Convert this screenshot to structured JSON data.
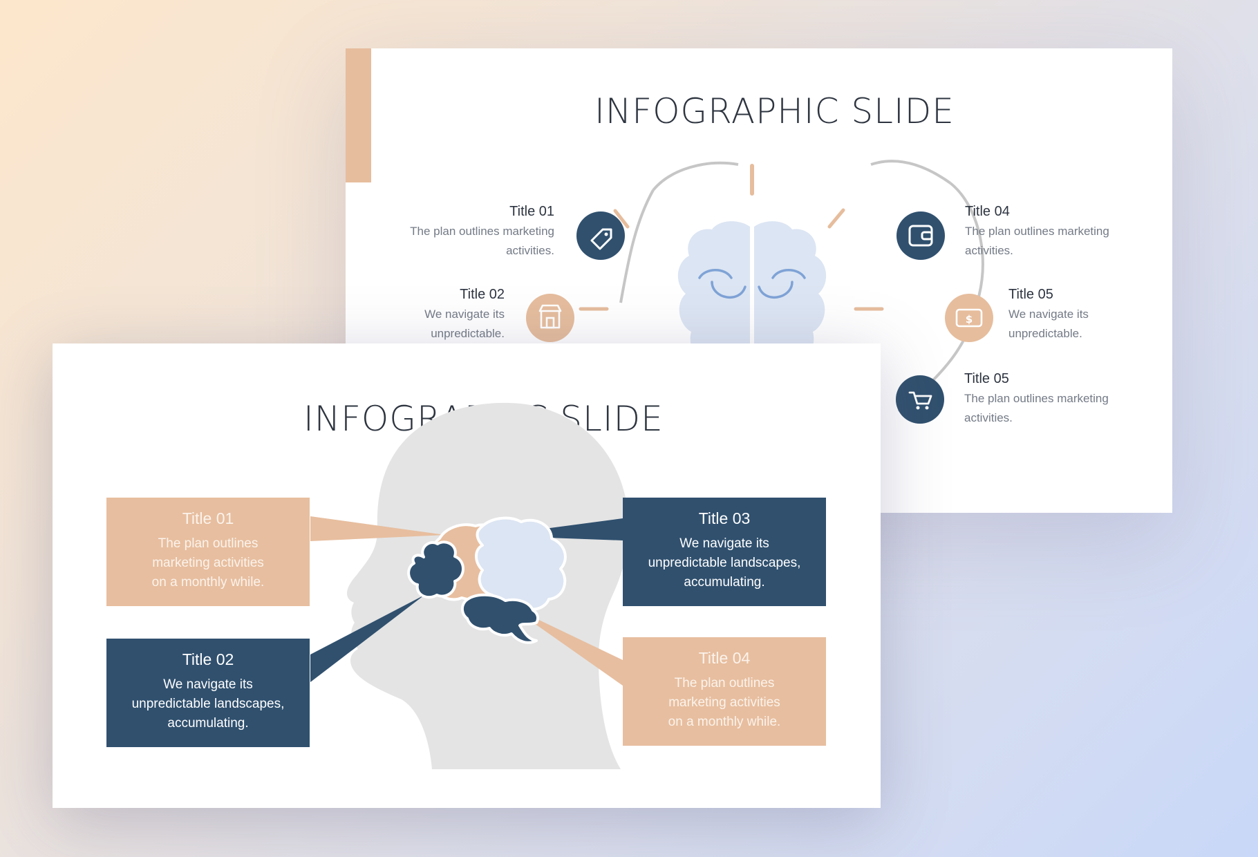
{
  "colors": {
    "navy": "#30506e",
    "peach": "#e7be9f",
    "light_blue": "#dce5f3",
    "head_gray": "#e4e4e4"
  },
  "back_slide": {
    "title": "INFOGRAPHIC SLIDE",
    "items": [
      {
        "title": "Title 01",
        "desc": [
          "The plan outlines marketing",
          "activities."
        ],
        "icon": "tag-icon"
      },
      {
        "title": "Title 02",
        "desc": [
          "We navigate its",
          "unpredictable."
        ],
        "icon": "store-icon"
      },
      {
        "title": "Title 04",
        "desc": [
          "The plan outlines marketing",
          "activities."
        ],
        "icon": "wallet-icon"
      },
      {
        "title": "Title 05",
        "desc": [
          "We navigate its",
          "unpredictable."
        ],
        "icon": "money-icon"
      },
      {
        "title": "Title 05",
        "desc": [
          "The plan outlines marketing",
          "activities."
        ],
        "icon": "cart-icon"
      }
    ]
  },
  "front_slide": {
    "title": "INFOGRAPHIC SLIDE",
    "boxes": [
      {
        "title": "Title 01",
        "desc": [
          "The plan outlines",
          "marketing activities",
          "on a monthly  while."
        ]
      },
      {
        "title": "Title 02",
        "desc": [
          "We navigate its",
          "unpredictable landscapes,",
          "accumulating."
        ]
      },
      {
        "title": "Title 03",
        "desc": [
          "We navigate its",
          "unpredictable landscapes,",
          "accumulating."
        ]
      },
      {
        "title": "Title 04",
        "desc": [
          "The plan outlines",
          "marketing activities",
          "on a monthly  while."
        ]
      }
    ]
  }
}
